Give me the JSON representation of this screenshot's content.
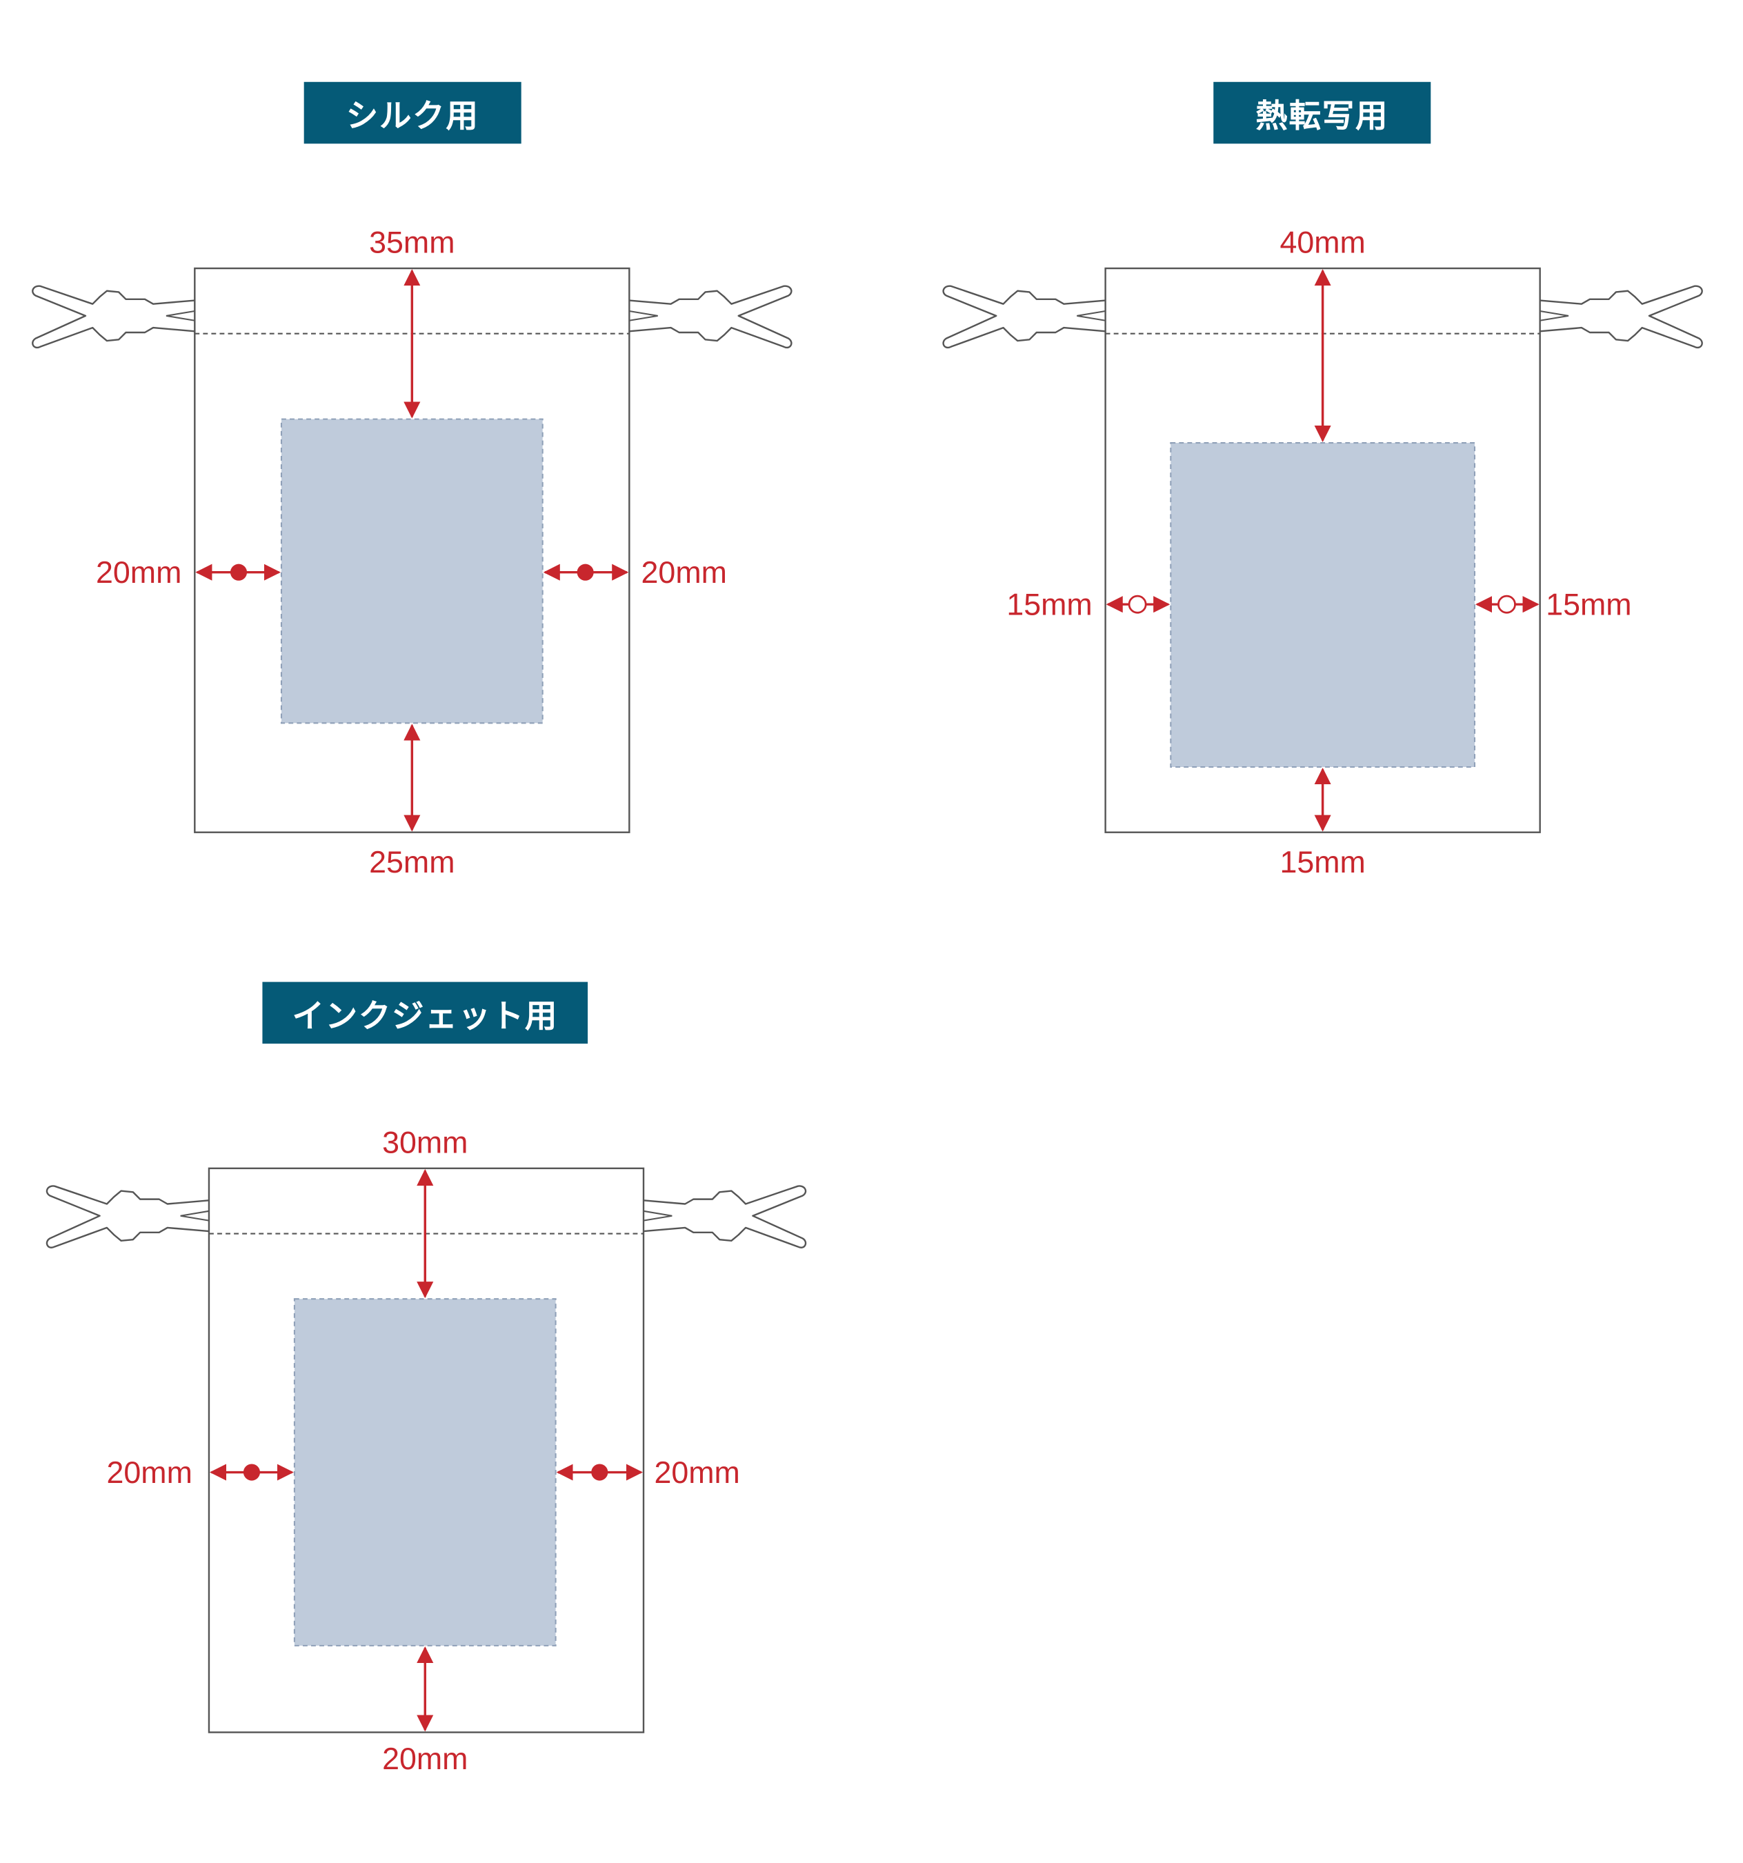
{
  "colors": {
    "badge": "#055a77",
    "accent": "#c8262d",
    "print_area": "#bfcbdb",
    "outline": "#555555"
  },
  "icons": [
    "drawstring-cord-icon",
    "filled-dot-marker-icon",
    "open-circle-marker-icon",
    "double-arrow-icon"
  ],
  "panels": [
    {
      "title": "シルク用",
      "marker": "filled",
      "dims": {
        "top": "35mm",
        "bottom": "25mm",
        "left": "20mm",
        "right": "20mm"
      }
    },
    {
      "title": "熱転写用",
      "marker": "open",
      "dims": {
        "top": "40mm",
        "bottom": "15mm",
        "left": "15mm",
        "right": "15mm"
      }
    },
    {
      "title": "インクジェット用",
      "marker": "filled",
      "dims": {
        "top": "30mm",
        "bottom": "20mm",
        "left": "20mm",
        "right": "20mm"
      }
    }
  ]
}
